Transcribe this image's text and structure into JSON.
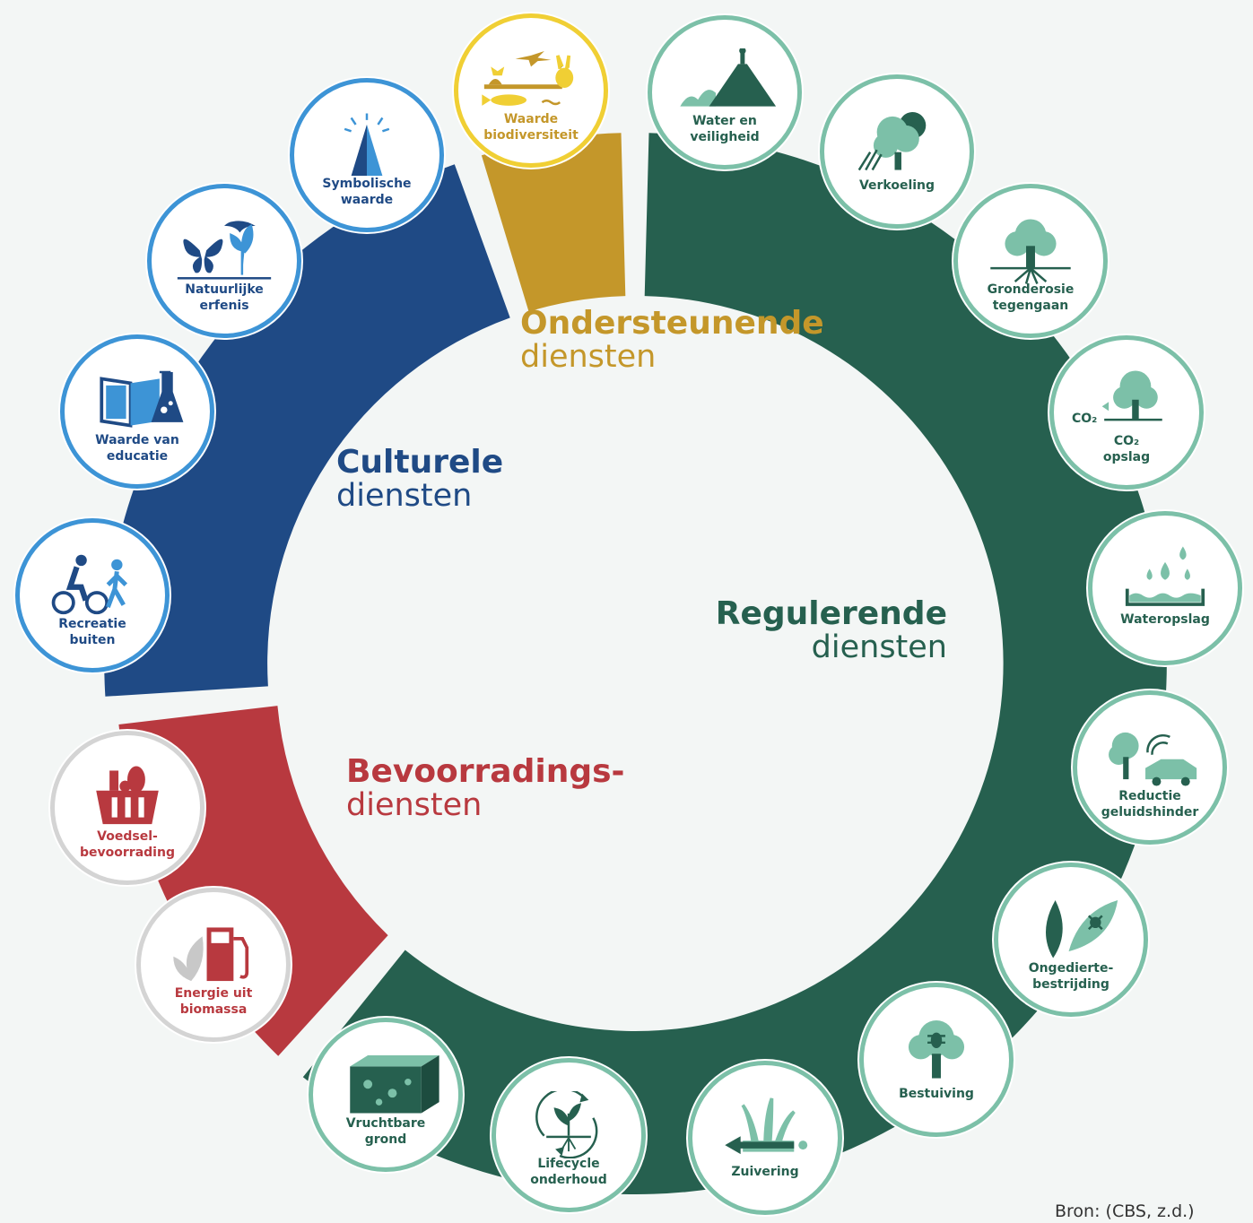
{
  "categories": {
    "supporting": {
      "line1": "Ondersteunende",
      "line2": "diensten",
      "color": "#c4972a"
    },
    "cultural": {
      "line1": "Culturele",
      "line2": "diensten",
      "color": "#1f4a85"
    },
    "regulating": {
      "line1": "Regulerende",
      "line2": "diensten",
      "color": "#26604f"
    },
    "provisioning": {
      "line1": "Bevoorradings-",
      "line2": "diensten",
      "color": "#b8393f"
    }
  },
  "services": {
    "biodiversiteit": {
      "label": "Waarde\nbiodiversiteit",
      "icon": "wildlife-icon"
    },
    "water_veiligheid": {
      "label": "Water en\nveiligheid",
      "icon": "dike-icon"
    },
    "verkoeling": {
      "label": "Verkoeling",
      "icon": "tree-sun-icon"
    },
    "gronderosie": {
      "label": "Gronderosie\ntegengaan",
      "icon": "tree-roots-icon"
    },
    "co2": {
      "label": "CO₂\nopslag",
      "icon": "co2-tree-icon",
      "co2_text": "CO₂"
    },
    "wateropslag": {
      "label": "Wateropslag",
      "icon": "water-drops-icon"
    },
    "geluidshinder": {
      "label": "Reductie\ngeluidshinder",
      "icon": "tree-car-icon"
    },
    "ongedierte": {
      "label": "Ongedierte-\nbestrijding",
      "icon": "leaf-bug-icon"
    },
    "bestuiving": {
      "label": "Bestuiving",
      "icon": "tree-bee-icon"
    },
    "zuivering": {
      "label": "Zuivering",
      "icon": "reed-filter-icon"
    },
    "lifecycle": {
      "label": "Lifecycle\nonderhoud",
      "icon": "plant-cycle-icon"
    },
    "vruchtbare_grond": {
      "label": "Vruchtbare\ngrond",
      "icon": "soil-layer-icon"
    },
    "energie": {
      "label": "Energie uit\nbiomassa",
      "icon": "fuel-pump-leaf-icon"
    },
    "voedsel": {
      "label": "Voedsel-\nbevoorrading",
      "icon": "food-basket-icon"
    },
    "recreatie": {
      "label": "Recreatie\nbuiten",
      "icon": "cyclist-walker-icon"
    },
    "educatie": {
      "label": "Waarde van\neducatie",
      "icon": "book-flask-icon"
    },
    "natuurlijke_erfenis": {
      "label": "Natuurlijke\nerfenis",
      "icon": "butterfly-bird-icon"
    },
    "symbolisch": {
      "label": "Symbolische\nwaarde",
      "icon": "light-beacon-icon"
    }
  },
  "colors": {
    "regulating": "#26604f",
    "regulating_light": "#7cc0a8",
    "cultural": "#1f4a85",
    "cultural_light": "#3d94d6",
    "supporting": "#c4972a",
    "supporting_light": "#f0cf34",
    "provisioning": "#b8393f"
  },
  "source": "Bron: (CBS, z.d.)"
}
